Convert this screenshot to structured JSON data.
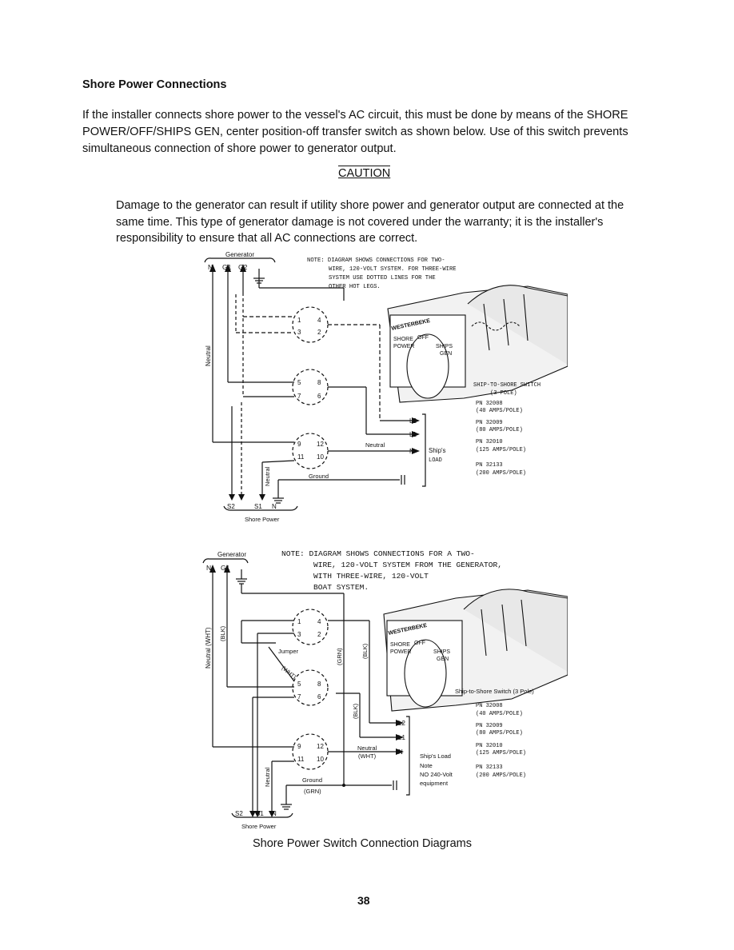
{
  "heading": "Shore Power Connections",
  "intro": "If the installer connects shore power to the vessel's AC circuit, this must be done by means of the SHORE POWER/OFF/SHIPS GEN, center position-off transfer switch as shown below.  Use of this switch prevents simultaneous connection of shore power to generator output.",
  "caution_title": "CAUTION",
  "caution_text": "Damage to the generator can result if utility shore power and generator output are connected at the same time.  This type of generator damage is not covered under the warranty; it is the installer's responsibility to ensure that all AC connections are correct.",
  "diagram1": {
    "generator_label": "Generator",
    "gen_terminals": [
      "N",
      "G1",
      "G2"
    ],
    "note": [
      "NOTE:  DIAGRAM SHOWS CONNECTIONS FOR TWO-",
      "WIRE, 120-VOLT SYSTEM. FOR THREE-WIRE",
      "SYSTEM USE DOTTED LINES FOR THE",
      "OTHER HOT LEGS."
    ],
    "neutral_left": "Neutral",
    "neutral_mid": "Neutral",
    "neutral_vertical": "Neutral",
    "ground": "Ground",
    "load_terminals": [
      "L2",
      "L1",
      "N"
    ],
    "ships_load": [
      "Ship's",
      "LOAD"
    ],
    "switch_title": [
      "SHIP-TO-SHORE SWITCH",
      "(3 POLE)"
    ],
    "part_numbers": [
      {
        "pn": "PN 32008",
        "rating": "(40 AMPS/POLE)"
      },
      {
        "pn": "PN 32009",
        "rating": "(80 AMPS/POLE)"
      },
      {
        "pn": "PN 32010",
        "rating": "(125 AMPS/POLE)"
      },
      {
        "pn": "PN 32133",
        "rating": "(200 AMPS/POLE)"
      }
    ],
    "shore_terminals": [
      "S2",
      "S1",
      "N"
    ],
    "shore_label": "Shore Power",
    "switch_face": {
      "shore": "SHORE",
      "power": "POWER",
      "off": "OFF",
      "ships": "SHIPS",
      "gen": "GEN",
      "brand": "WESTERBEKE"
    }
  },
  "diagram2": {
    "generator_label": "Generator",
    "gen_terminals": [
      "N",
      "G1"
    ],
    "note": [
      "NOTE:  DIAGRAM SHOWS CONNECTIONS FOR A TWO-",
      "WIRE, 120-VOLT SYSTEM FROM THE GENERATOR,",
      "WITH THREE-WIRE, 120-VOLT",
      "BOAT SYSTEM."
    ],
    "neutral_wht": "Neutral (WHT)",
    "blk_left": "(BLK)",
    "jumper": "Jumper",
    "wht_diag": "(WHT)",
    "grn": "(GRN)",
    "blk_mid": "(BLK)",
    "blk_low": "(BLK)",
    "neutral_mid": "Neutral",
    "wht_mid": "(WHT)",
    "neutral_vertical": "Neutral",
    "ground": "Ground",
    "grn_low": "(GRN)",
    "load_terminals": [
      "L2",
      "L1",
      "N"
    ],
    "ships_load": [
      "Ship's Load",
      "Note",
      "NO 240-Volt",
      "equipment"
    ],
    "switch_title": "Ship-to-Shore Switch (3 Pole)",
    "part_numbers": [
      {
        "pn": "PN 32008",
        "rating": "(40 AMPS/POLE)"
      },
      {
        "pn": "PN 32009",
        "rating": "(80 AMPS/POLE)"
      },
      {
        "pn": "PN 32010",
        "rating": "(125 AMPS/POLE)"
      },
      {
        "pn": "PN 32133",
        "rating": "(200 AMPS/POLE)"
      }
    ],
    "shore_terminals": [
      "S2",
      "S1",
      "N"
    ],
    "shore_label": "Shore Power",
    "switch_face": {
      "shore": "SHORE",
      "power": "POWER",
      "off": "OFF",
      "ships": "SHIPS",
      "gen": "GEN",
      "brand": "WESTERBEKE"
    }
  },
  "terminal_numbers": [
    "1",
    "2",
    "3",
    "4",
    "5",
    "6",
    "7",
    "8",
    "9",
    "10",
    "11",
    "12"
  ],
  "caption": "Shore Power Switch Connection Diagrams",
  "page_number": "38"
}
